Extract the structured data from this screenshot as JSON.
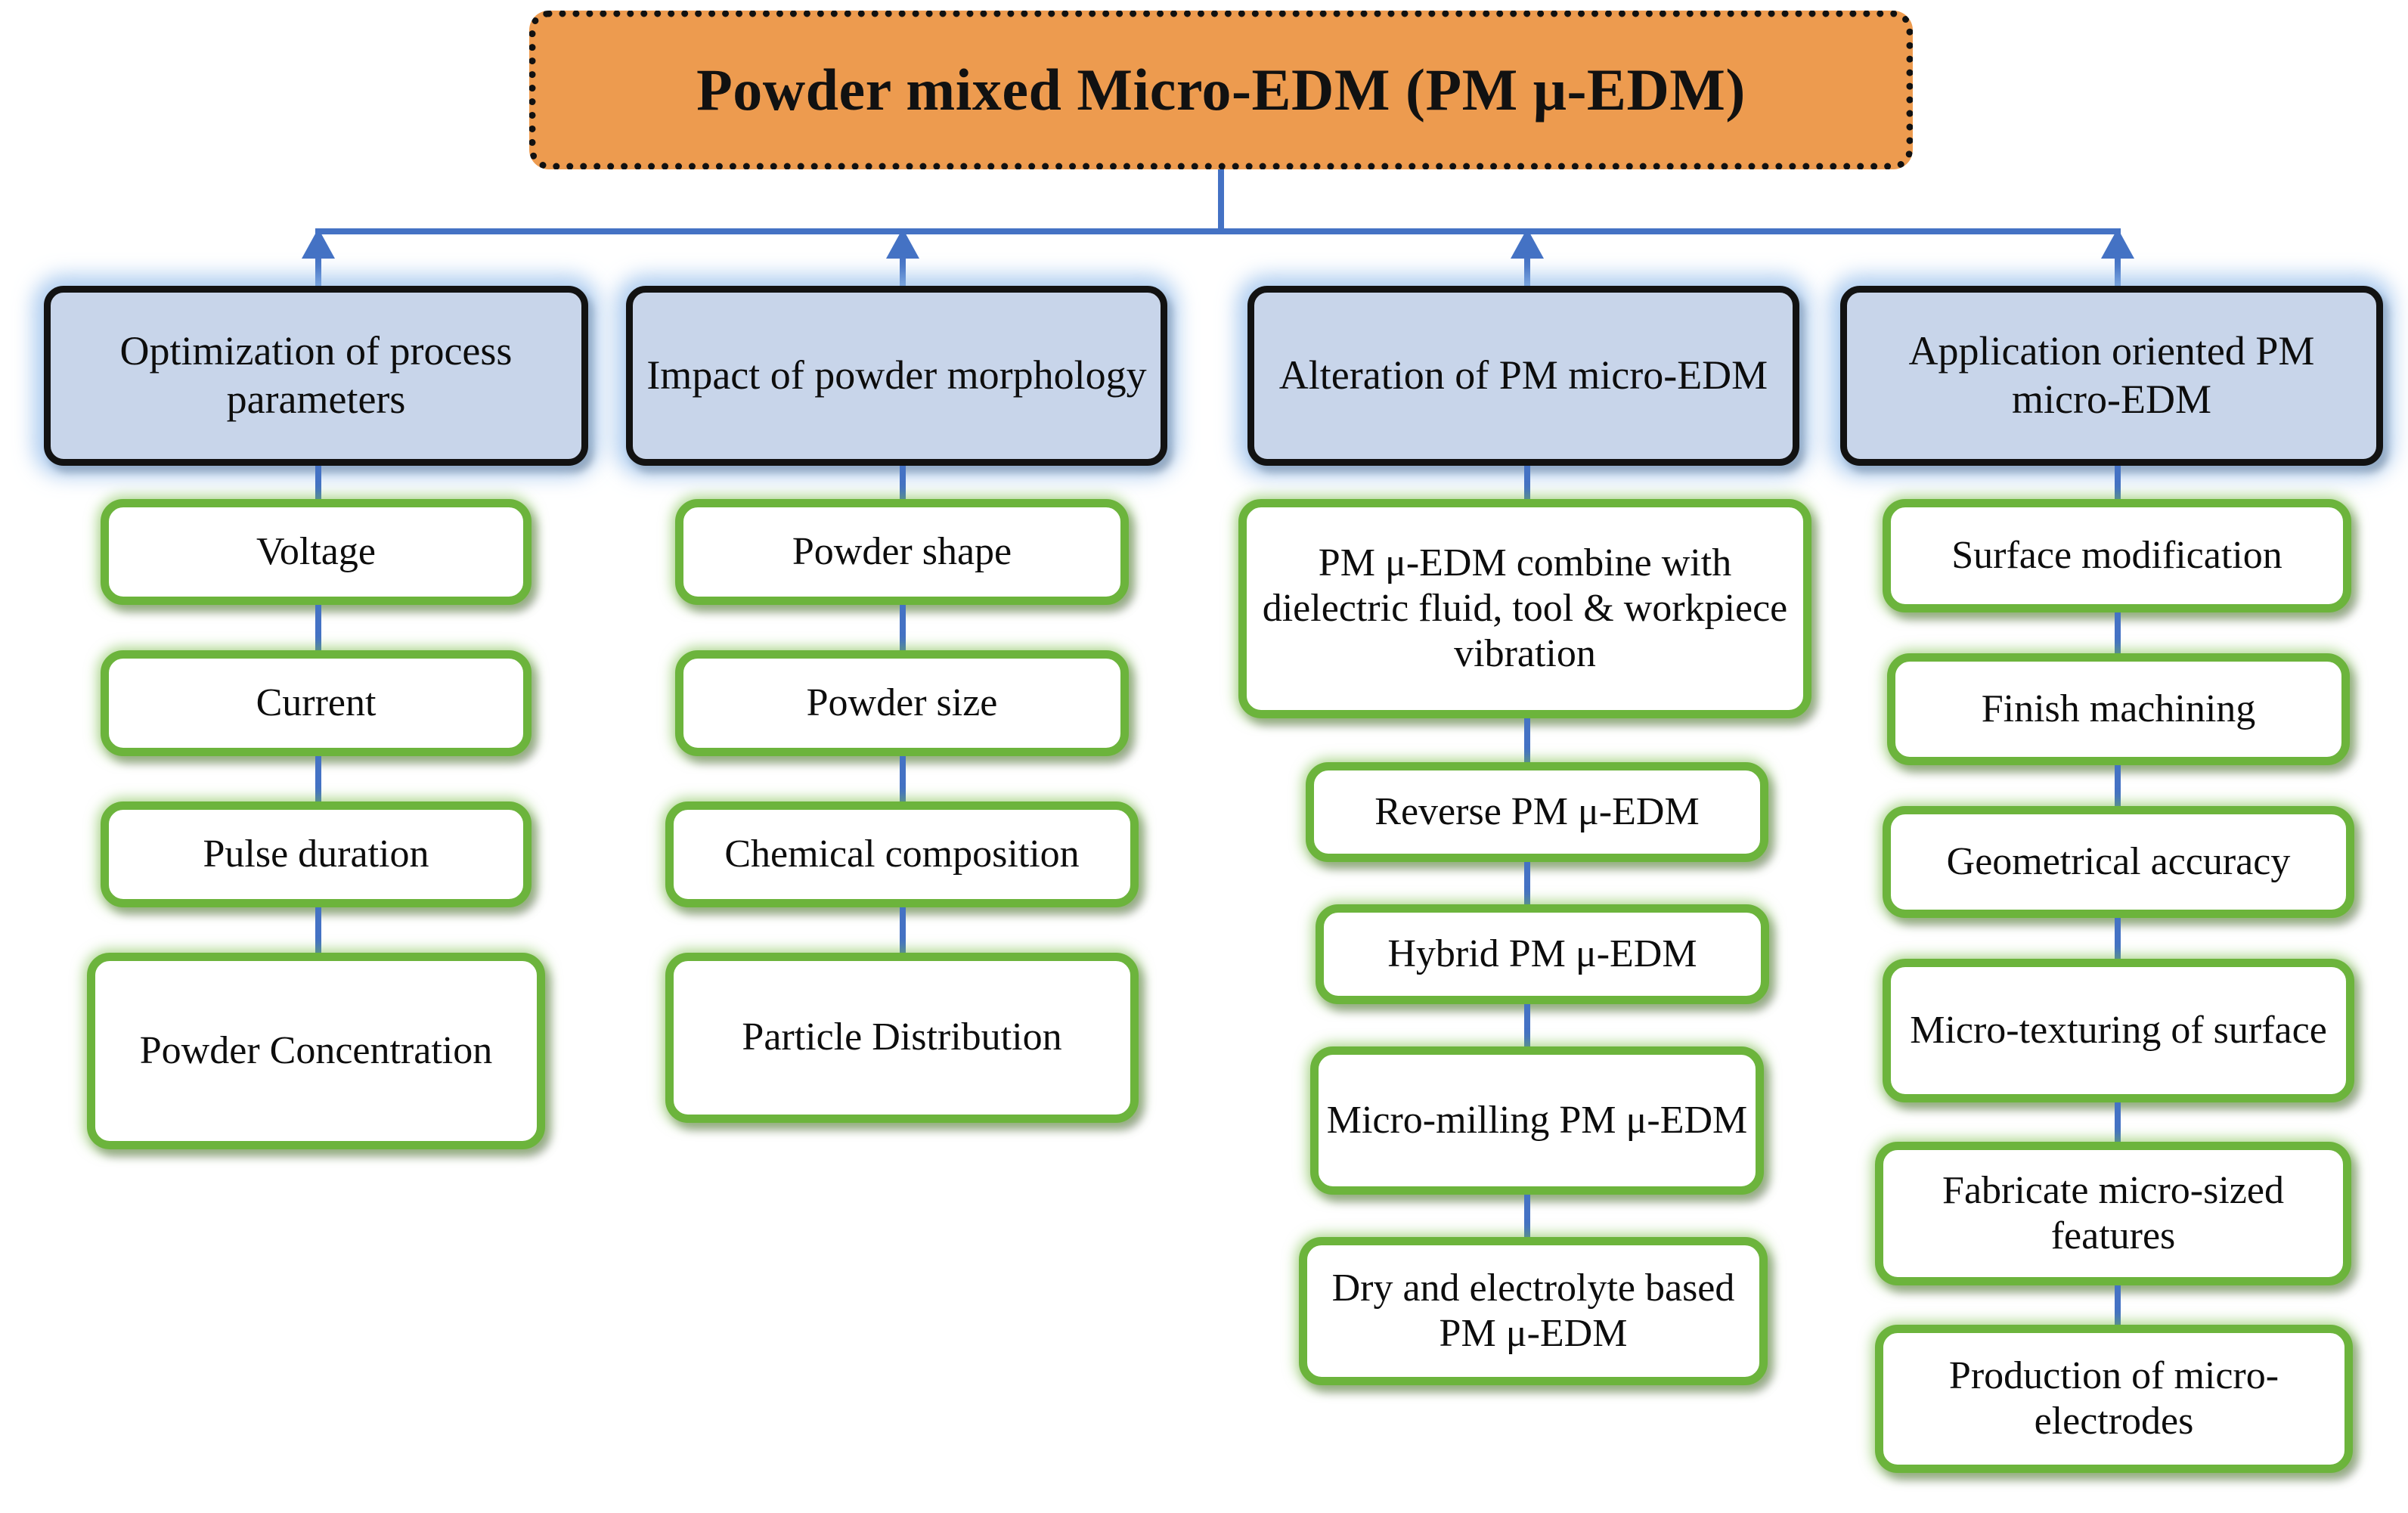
{
  "diagram": {
    "type": "tree-hierarchy",
    "title": "Powder mixed Micro-EDM (PM μ-EDM)",
    "colors": {
      "title_fill": "#ED9B4F",
      "title_border": "#111111",
      "category_fill": "#C8D5EA",
      "category_border": "#121212",
      "leaf_fill": "#FFFFFF",
      "leaf_border": "#6CB43C",
      "connector": "#4472C4"
    },
    "columns": [
      {
        "category": "Optimization of process parameters",
        "items": [
          "Voltage",
          "Current",
          "Pulse duration",
          "Powder Concentration"
        ]
      },
      {
        "category": "Impact of powder morphology",
        "items": [
          "Powder shape",
          "Powder size",
          "Chemical composition",
          "Particle Distribution"
        ]
      },
      {
        "category": "Alteration of PM micro-EDM",
        "items": [
          "PM μ-EDM combine with dielectric fluid, tool & workpiece vibration",
          "Reverse PM μ-EDM",
          "Hybrid PM μ-EDM",
          "Micro-milling PM μ-EDM",
          "Dry and electrolyte based PM μ-EDM"
        ]
      },
      {
        "category": "Application oriented PM micro-EDM",
        "items": [
          "Surface modification",
          "Finish machining",
          "Geometrical accuracy",
          "Micro-texturing of surface",
          "Fabricate micro-sized features",
          "Production of micro-electrodes"
        ]
      }
    ]
  }
}
